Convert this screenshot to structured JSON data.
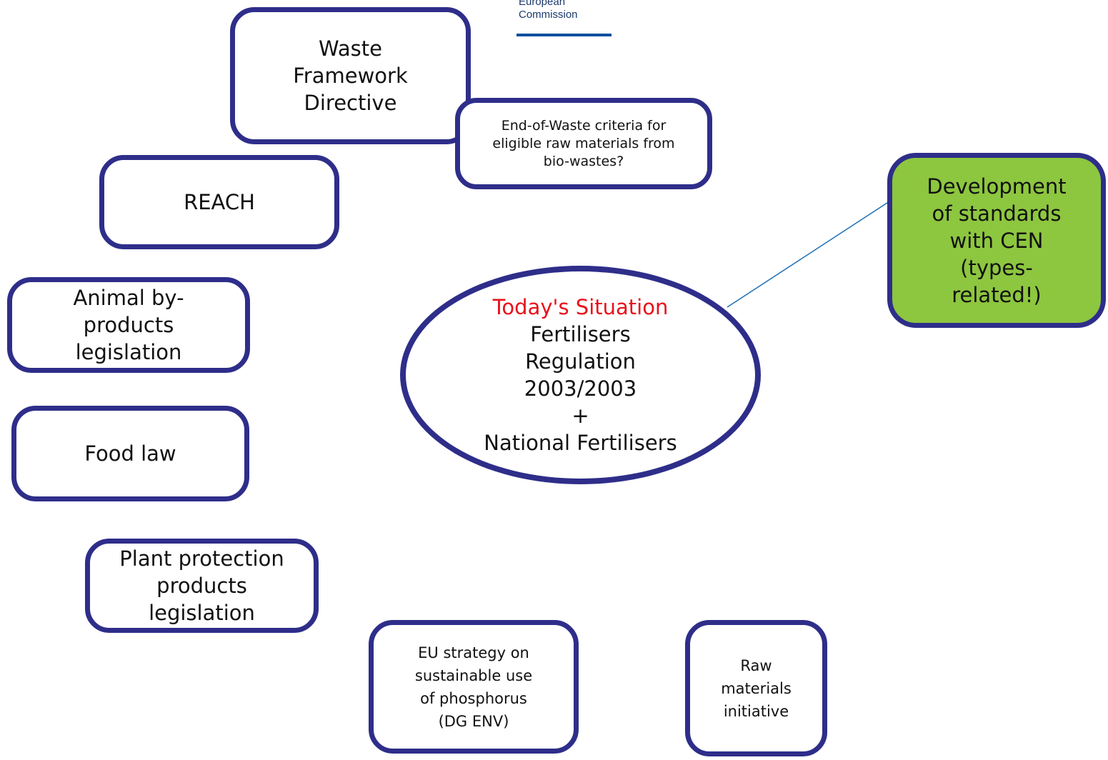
{
  "logo": {
    "line1": "European",
    "line2": "Commission"
  },
  "center": {
    "title": "Today's Situation",
    "lines": [
      "Fertilisers",
      "Regulation",
      "2003/2003",
      "+",
      "National Fertilisers"
    ]
  },
  "nodes": {
    "waste_framework": [
      "Waste",
      "Framework",
      "Directive"
    ],
    "end_of_waste": [
      "End-of-Waste criteria for",
      "eligible raw materials from",
      "bio-wastes?"
    ],
    "reach": [
      "REACH"
    ],
    "animal_byproducts": [
      "Animal by-",
      "products",
      "legislation"
    ],
    "food_law": [
      "Food law"
    ],
    "plant_protection": [
      "Plant protection",
      "products",
      "legislation"
    ],
    "phosphorus": [
      "EU strategy on",
      "sustainable use",
      "of phosphorus",
      "(DG ENV)"
    ],
    "raw_materials": [
      "Raw",
      "materials",
      "initiative"
    ],
    "standards": [
      "Development",
      "of standards",
      "with CEN",
      "(types-",
      "related!)"
    ]
  },
  "colors": {
    "border": "#2e2e8a",
    "highlight_fill": "#8dc63f",
    "title_red": "#e8111a",
    "connector": "#1a6fb5",
    "logo_bar": "#0f4f9e"
  }
}
